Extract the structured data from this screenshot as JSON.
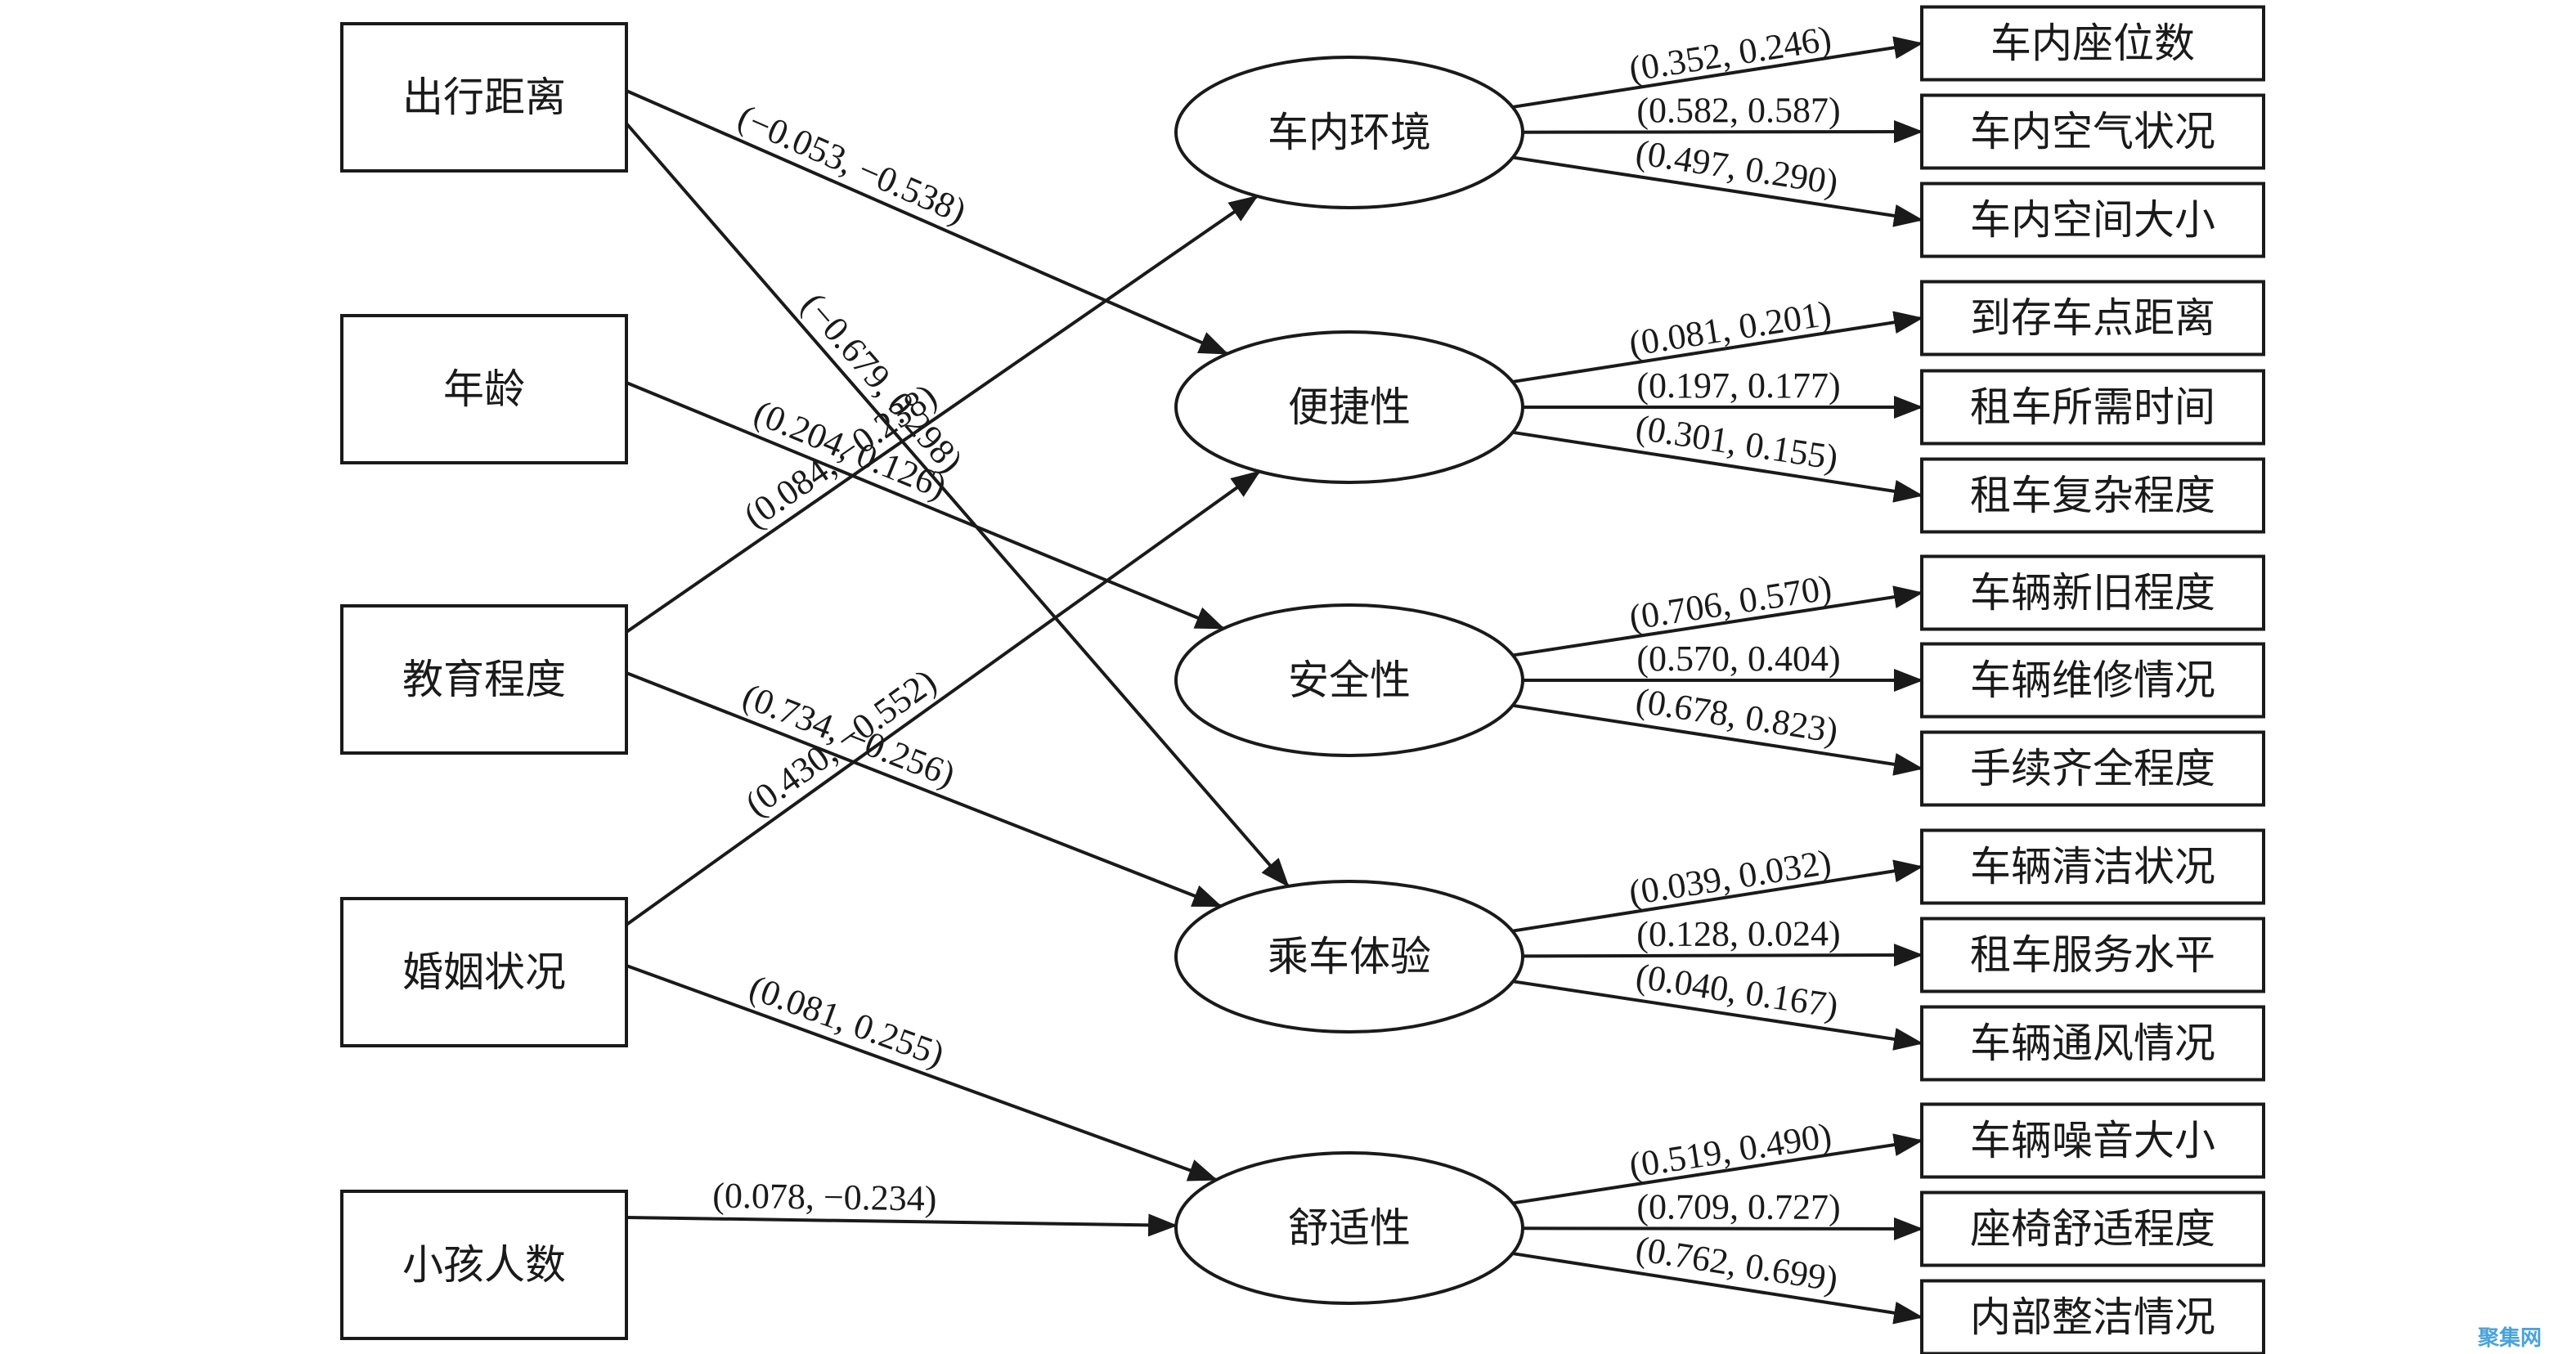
{
  "colors": {
    "line": "#1a1a1a",
    "background": "#ffffff",
    "watermark": "#4aa3d8"
  },
  "watermark": "聚集网",
  "left_nodes": [
    {
      "id": "distance",
      "label": "出行距离"
    },
    {
      "id": "age",
      "label": "年龄"
    },
    {
      "id": "education",
      "label": "教育程度"
    },
    {
      "id": "marital",
      "label": "婚姻状况"
    },
    {
      "id": "children",
      "label": "小孩人数"
    }
  ],
  "middle_nodes": [
    {
      "id": "env",
      "label": "车内环境"
    },
    {
      "id": "convenience",
      "label": "便捷性"
    },
    {
      "id": "safety",
      "label": "安全性"
    },
    {
      "id": "experience",
      "label": "乘车体验"
    },
    {
      "id": "comfort",
      "label": "舒适性"
    }
  ],
  "right_nodes": [
    {
      "id": "r1",
      "label": "车内座位数"
    },
    {
      "id": "r2",
      "label": "车内空气状况"
    },
    {
      "id": "r3",
      "label": "车内空间大小"
    },
    {
      "id": "r4",
      "label": "到存车点距离"
    },
    {
      "id": "r5",
      "label": "租车所需时间"
    },
    {
      "id": "r6",
      "label": "租车复杂程度"
    },
    {
      "id": "r7",
      "label": "车辆新旧程度"
    },
    {
      "id": "r8",
      "label": "车辆维修情况"
    },
    {
      "id": "r9",
      "label": "手续齐全程度"
    },
    {
      "id": "r10",
      "label": "车辆清洁状况"
    },
    {
      "id": "r11",
      "label": "租车服务水平"
    },
    {
      "id": "r12",
      "label": "车辆通风情况"
    },
    {
      "id": "r13",
      "label": "车辆噪音大小"
    },
    {
      "id": "r14",
      "label": "座椅舒适程度"
    },
    {
      "id": "r15",
      "label": "内部整洁情况"
    }
  ],
  "left_edges": [
    {
      "from": "distance",
      "to": "convenience",
      "label": "(−0.053, −0.538)"
    },
    {
      "from": "distance",
      "to": "experience",
      "label": "(−0.679, 0.298)"
    },
    {
      "from": "age",
      "to": "safety",
      "label": "(0.204, 0.126)"
    },
    {
      "from": "education",
      "to": "env",
      "label": "(0.084, −0.238)"
    },
    {
      "from": "education",
      "to": "experience",
      "label": "(0.734, −0.256)"
    },
    {
      "from": "marital",
      "to": "convenience",
      "label": "(0.430, −0.552)"
    },
    {
      "from": "marital",
      "to": "comfort",
      "label": "(0.081, 0.255)"
    },
    {
      "from": "children",
      "to": "comfort",
      "label": "(0.078, −0.234)"
    }
  ],
  "right_edges": [
    {
      "from": "env",
      "to": "r1",
      "label": "(0.352, 0.246)"
    },
    {
      "from": "env",
      "to": "r2",
      "label": "(0.582, 0.587)"
    },
    {
      "from": "env",
      "to": "r3",
      "label": "(0.497, 0.290)"
    },
    {
      "from": "convenience",
      "to": "r4",
      "label": "(0.081, 0.201)"
    },
    {
      "from": "convenience",
      "to": "r5",
      "label": "(0.197, 0.177)"
    },
    {
      "from": "convenience",
      "to": "r6",
      "label": "(0.301, 0.155)"
    },
    {
      "from": "safety",
      "to": "r7",
      "label": "(0.706, 0.570)"
    },
    {
      "from": "safety",
      "to": "r8",
      "label": "(0.570, 0.404)"
    },
    {
      "from": "safety",
      "to": "r9",
      "label": "(0.678, 0.823)"
    },
    {
      "from": "experience",
      "to": "r10",
      "label": "(0.039, 0.032)"
    },
    {
      "from": "experience",
      "to": "r11",
      "label": "(0.128, 0.024)"
    },
    {
      "from": "experience",
      "to": "r12",
      "label": "(0.040, 0.167)"
    },
    {
      "from": "comfort",
      "to": "r13",
      "label": "(0.519, 0.490)"
    },
    {
      "from": "comfort",
      "to": "r14",
      "label": "(0.709, 0.727)"
    },
    {
      "from": "comfort",
      "to": "r15",
      "label": "(0.762, 0.699)"
    }
  ]
}
